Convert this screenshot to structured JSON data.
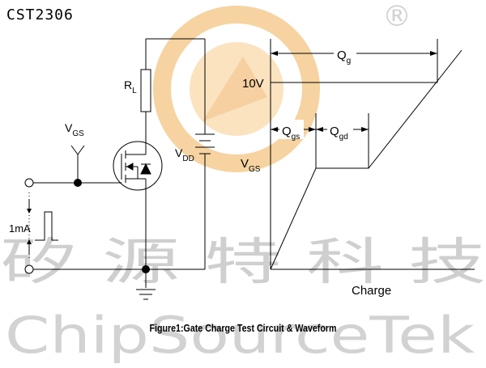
{
  "part_number": "CST2306",
  "caption": "Figure1:Gate Charge Test Circuit & Waveform",
  "registered_mark": "®",
  "watermark": {
    "chinese": "矽 源 特 科 技",
    "english": "ChipSourceTek",
    "logo_color": "#f6c27a"
  },
  "circuit": {
    "rl_label_main": "R",
    "rl_label_sub": "L",
    "vdd_label_main": "V",
    "vdd_label_sub": "DD",
    "vgs_label_main": "V",
    "vgs_label_sub": "GS",
    "current_label": "1mA"
  },
  "waveform": {
    "level_label": "10V",
    "qg_main": "Q",
    "qg_sub": "g",
    "qgs_main": "Q",
    "qgs_sub": "gs",
    "qgd_main": "Q",
    "qgd_sub": "gd",
    "vgs_main": "V",
    "vgs_sub": "GS",
    "x_label": "Charge"
  }
}
